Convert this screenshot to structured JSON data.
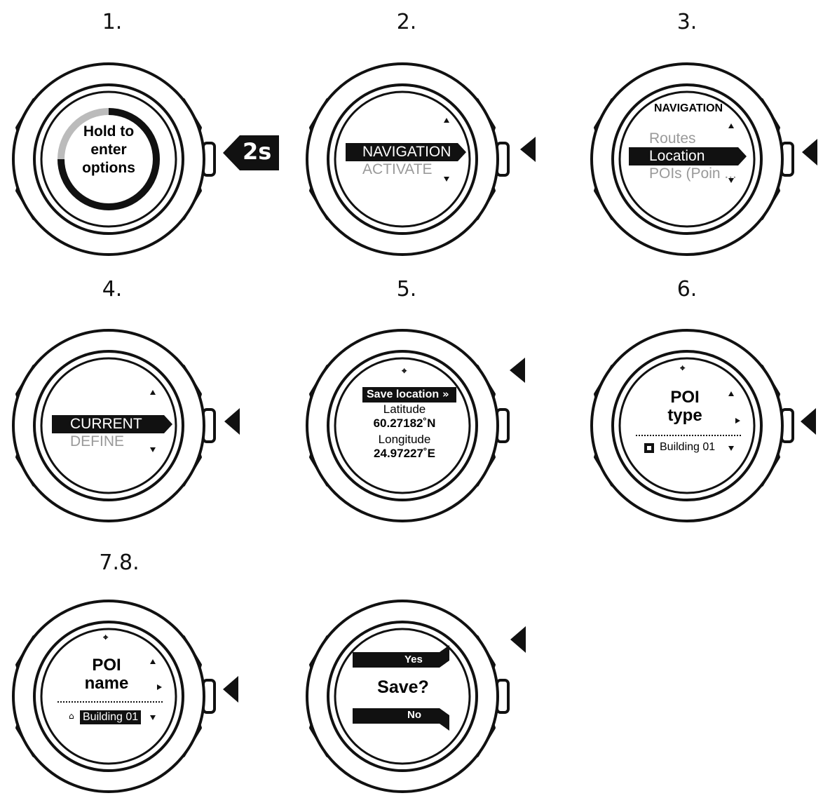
{
  "steps": [
    "1.",
    "2.",
    "3.",
    "4.",
    "5.",
    "6.",
    "7.8."
  ],
  "watch1": {
    "center_text": [
      "Hold to",
      "enter",
      "options"
    ],
    "hold_badge": "2s"
  },
  "watch2": {
    "selected": "NAVIGATION",
    "next": "ACTIVATE"
  },
  "watch3": {
    "header": "NAVIGATION",
    "prev": "Routes",
    "selected": "Location",
    "next": "POIs (Poin ..."
  },
  "watch4": {
    "selected": "CURRENT",
    "next": "DEFINE"
  },
  "watch5": {
    "selected": "Save location",
    "lat_label": "Latitude",
    "lat_value": "60.27182˚N",
    "lon_label": "Longitude",
    "lon_value": "24.97227˚E"
  },
  "watch6": {
    "title_line1": "POI",
    "title_line2": "type",
    "value": "Building 01"
  },
  "watch7": {
    "title_line1": "POI",
    "title_line2": "name",
    "value": "Building 01"
  },
  "watch8": {
    "yes": "Yes",
    "question": "Save?",
    "no": "No"
  },
  "colors": {
    "ink": "#111111",
    "grey_text": "#9a9a9a",
    "ring_grey": "#bbbbbb"
  },
  "icons": [
    "watch-outline-icon",
    "button-press-arrow-icon",
    "scroll-up-icon",
    "scroll-down-icon",
    "select-arrow-icon",
    "gps-satellite-icon",
    "building-icon"
  ]
}
